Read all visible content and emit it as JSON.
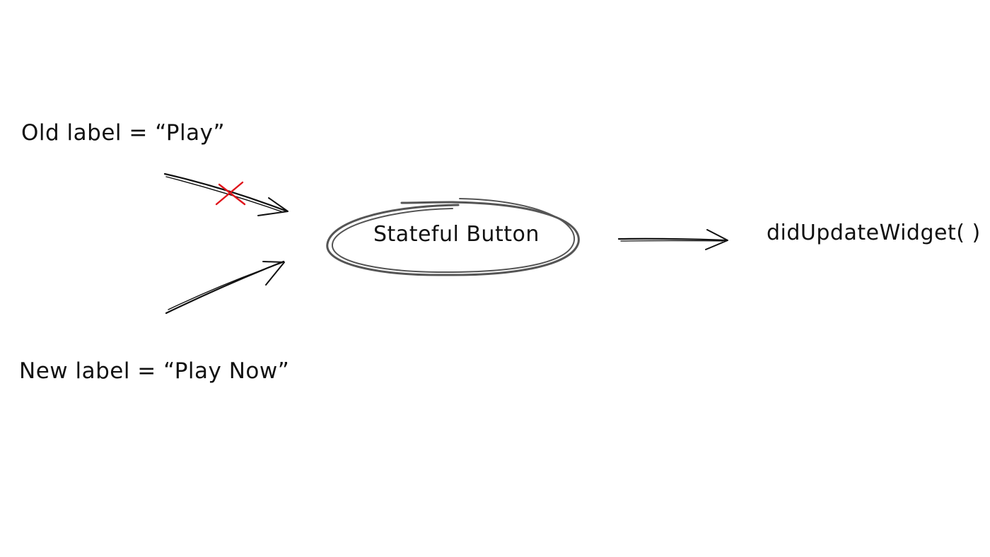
{
  "diagram": {
    "old_input": {
      "text": "Old label = “Play”",
      "status": "rejected",
      "reject_mark_color": "#e0141b"
    },
    "new_input": {
      "text": "New label = “Play Now”"
    },
    "node": {
      "text": "Stateful Button",
      "outline_color": "#555555"
    },
    "result": {
      "text": "didUpdateWidget( )"
    },
    "ink_color": "#111111"
  }
}
